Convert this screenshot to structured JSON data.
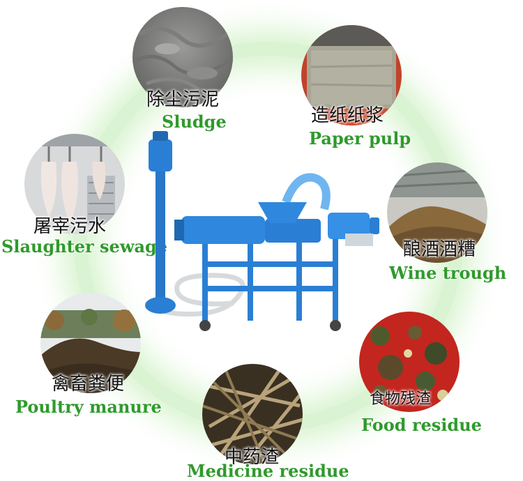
{
  "categories": [
    {
      "id": "sludge",
      "chinese": "除尘污泥",
      "english": "Sludge",
      "icon": "sludge-photo"
    },
    {
      "id": "paper-pulp",
      "chinese": "造纸纸浆",
      "english": "Paper pulp",
      "icon": "paper-pulp-photo"
    },
    {
      "id": "wine-trough",
      "chinese": "酿酒酒糟",
      "english": "Wine trough",
      "icon": "wine-trough-photo"
    },
    {
      "id": "food-residue",
      "chinese": "食物残渣",
      "english": "Food residue",
      "icon": "food-residue-photo"
    },
    {
      "id": "medicine-residue",
      "chinese": "中药渣",
      "english": "Medicine residue",
      "icon": "medicine-residue-photo"
    },
    {
      "id": "poultry-manure",
      "chinese": "禽畜粪便",
      "english": "Poultry manure",
      "icon": "poultry-manure-photo"
    },
    {
      "id": "slaughter-sewage",
      "chinese": "屠宰污水",
      "english": "Slaughter sewage",
      "icon": "slaughter-sewage-photo"
    }
  ],
  "colors": {
    "english_label": "#2f9a2c",
    "ring_glow": "#aae696",
    "machine_blue": "#2a7fd4"
  }
}
